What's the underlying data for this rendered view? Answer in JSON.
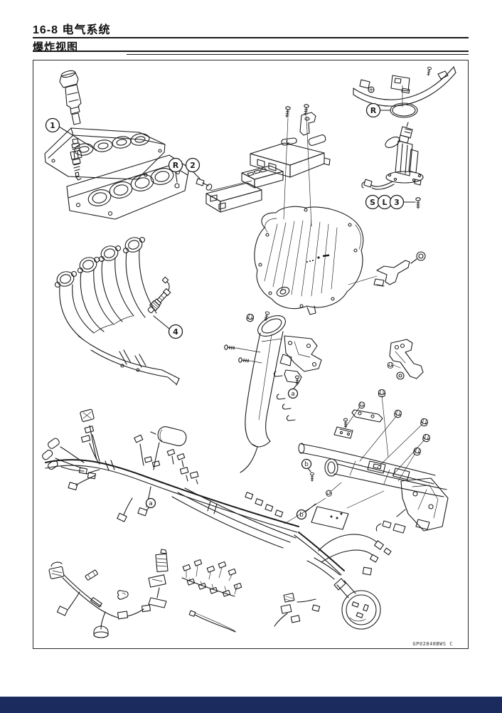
{
  "page": {
    "section_title": "16-8 电气系统",
    "subsection_title": "爆炸视图",
    "figure_code": "GP02848BWS C"
  },
  "callouts": {
    "n1": "1",
    "n2": "2",
    "n3": "3",
    "n4": "4",
    "r": "R",
    "s": "S",
    "l": "L",
    "a": "a",
    "b": "b"
  },
  "colors": {
    "line": "#1c1c1c",
    "rule": "#1a1a1a",
    "footer_bar": "#1b2b5e",
    "page_bg": "#ffffff"
  }
}
